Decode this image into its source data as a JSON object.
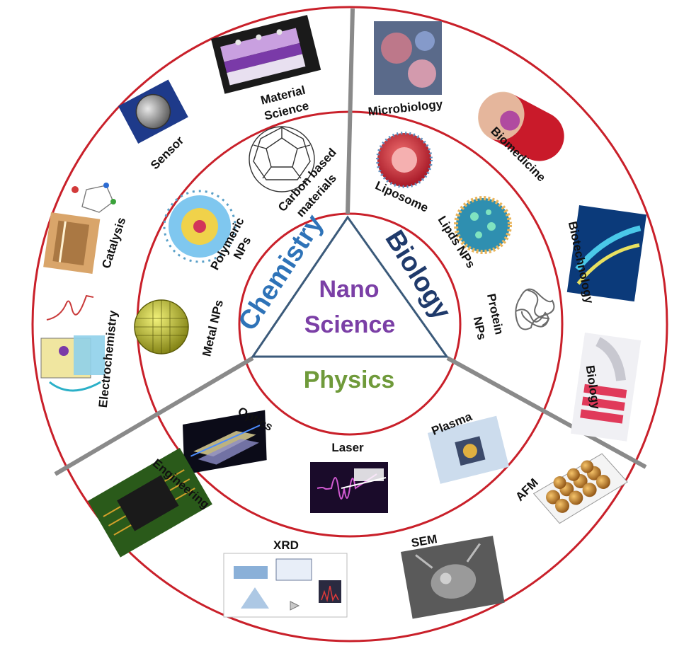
{
  "center": {
    "nano": "Nano",
    "science": "Science"
  },
  "disciplines": {
    "chemistry": "Chemistry",
    "biology": "Biology",
    "physics": "Physics"
  },
  "colors": {
    "ring": "#c9202a",
    "divider": "#8a8a8a",
    "triangle": "#3b5a7a",
    "chemistry": "#2e73b8",
    "biology": "#1f3a6b",
    "physics": "#6f9a3a",
    "nano": "#7b3fa6"
  },
  "inner_ring": {
    "carbon": [
      "Carbon based",
      "materials"
    ],
    "polymeric": [
      "Polymeric",
      "NPs"
    ],
    "metal": "Metal NPs",
    "liposome": "Liposome",
    "lipids": "Lipds NPs",
    "protein": [
      "Protein",
      "NPs"
    ],
    "optics": "Optics",
    "laser": "Laser",
    "plasma": "Plasma"
  },
  "outer_ring": {
    "material_science": [
      "Material",
      "Science"
    ],
    "sensor": "Sensor",
    "catalysis": "Catalysis",
    "electrochemistry": "Electrochemistry",
    "microbiology": "Microbiology",
    "biomedicine": "Biomedicine",
    "biotechnology": "Biotechnology",
    "biology": "Biology",
    "engineering": "Engineering",
    "xrd": "XRD",
    "sem": "SEM",
    "afm": "AFM"
  }
}
